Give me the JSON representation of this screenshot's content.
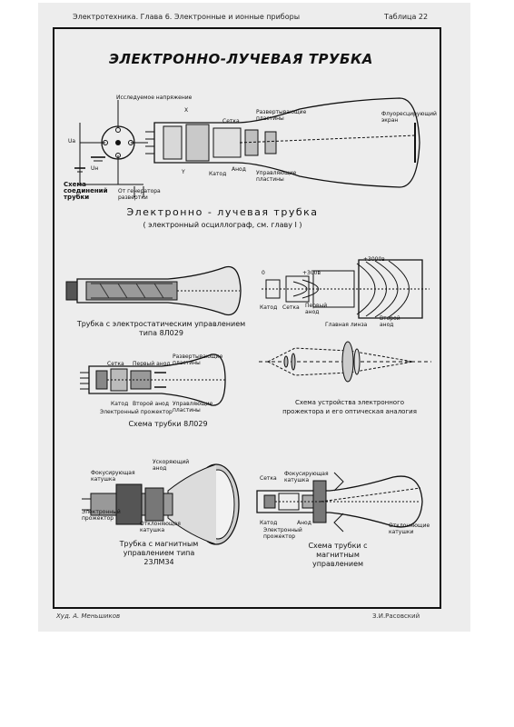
{
  "header": {
    "left": "Электротехника. Глава 6. Электронные и ионные приборы",
    "right": "Таблица 22"
  },
  "title": "ЭЛЕКТРОННО-ЛУЧЕВАЯ ТРУБКА",
  "top_section": {
    "caption_main": "Электронно - лучевая трубка",
    "caption_sub": "( электронный осциллограф, см. главу I )",
    "circuit_caption": "Схема соединений трубки",
    "label_research_voltage": "Исследуемое напряжение",
    "label_from_generator": "От генератора развертки",
    "label_grid": "Сетка",
    "label_sweep_plates": "Развертывающие пластины",
    "label_fluorescent_screen": "Флуоресцирующий экран",
    "label_cathode": "Катод",
    "label_anode": "Анод",
    "label_control_plates": "Управляющие пластины",
    "label_x": "X",
    "label_y": "Y",
    "label_ua": "Uа",
    "label_uh": "Uн"
  },
  "middle_section": {
    "tube_8l029_caption": "Трубка с электростатическим управлением типа 8Л029",
    "lens_voltage_1": "+300в",
    "lens_voltage_2": "+3000в",
    "lens_zero": "0",
    "label_cathode": "Катод",
    "label_grid": "Сетка",
    "label_first_anode": "Первый анод",
    "label_main_lens": "Главная линза",
    "label_second_anode": "Второй анод",
    "scheme_8l029_caption": "Схема трубки 8Л029",
    "scheme_grid": "Сетка",
    "scheme_first_anode": "Первый анод",
    "scheme_sweep_plates": "Развертывающие пластины",
    "scheme_cathode": "Катод",
    "scheme_second_anode": "Второй анод",
    "scheme_control_plates": "Управляющие пластины",
    "scheme_projector": "Электронный прожектор",
    "optics_caption": "Схема устройства электронного прожектора и его оптическая аналогия"
  },
  "bottom_section": {
    "label_accelerating_anode": "Ускоряющий анод",
    "label_focusing_coil": "Фокусирующая катушка",
    "label_projector": "Электронный прожектор",
    "label_deflecting_coil": "Отклоняющая катушка",
    "tube_23lm34_caption": "Трубка с магнитным управлением типа 23ЛМ34",
    "scheme_grid": "Сетка",
    "scheme_focusing_coil": "Фокусирующая катушка",
    "scheme_cathode": "Катод",
    "scheme_anode": "Анод",
    "scheme_projector": "Электронный прожектор",
    "scheme_deflecting_coils": "Отклоняющие катушки",
    "scheme_magnetic_caption": "Схема трубки с магнитным управлением"
  },
  "footer": {
    "artist": "Худ. А. Меньшиков",
    "author": "З.И.Расовский"
  }
}
